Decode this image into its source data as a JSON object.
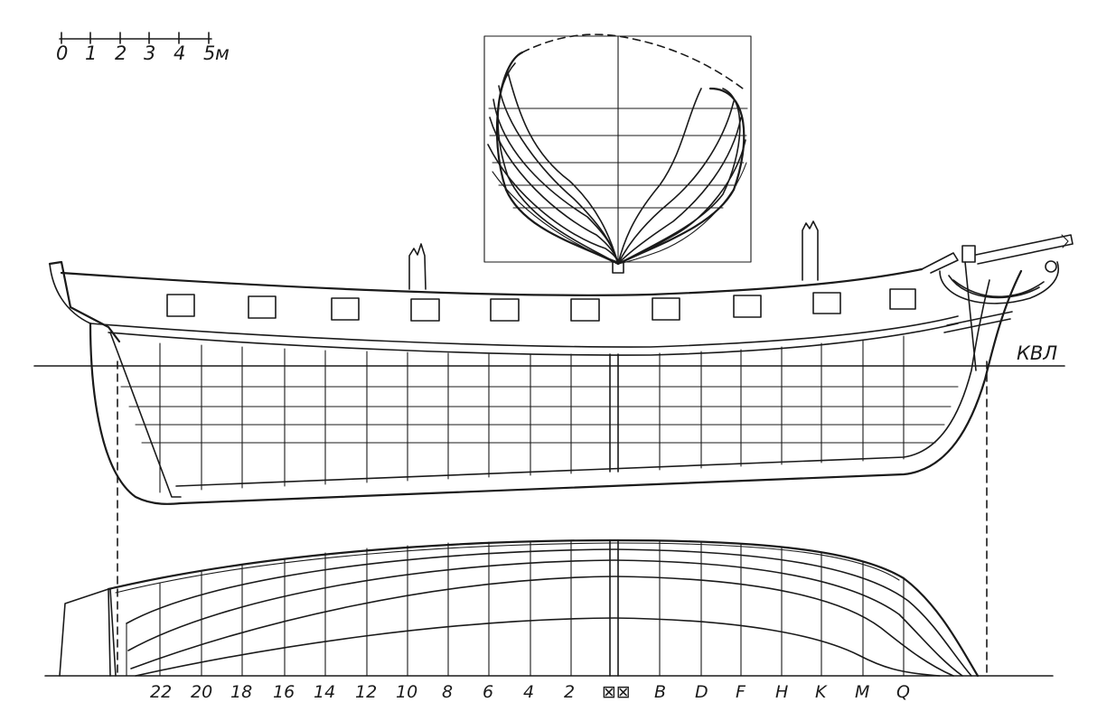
{
  "scale_bar": {
    "ticks": [
      "0",
      "1",
      "2",
      "3",
      "4",
      "5"
    ],
    "unit": "м"
  },
  "waterline_label": "КВЛ",
  "station_labels": [
    "22",
    "20",
    "18",
    "16",
    "14",
    "12",
    "10",
    "8",
    "6",
    "4",
    "2",
    "",
    "B",
    "D",
    "F",
    "H",
    "K",
    "M",
    "Q"
  ],
  "midship_symbol": "⊠⊠",
  "colors": {
    "ink": "#1a1a1a",
    "paper": "#ffffff"
  }
}
